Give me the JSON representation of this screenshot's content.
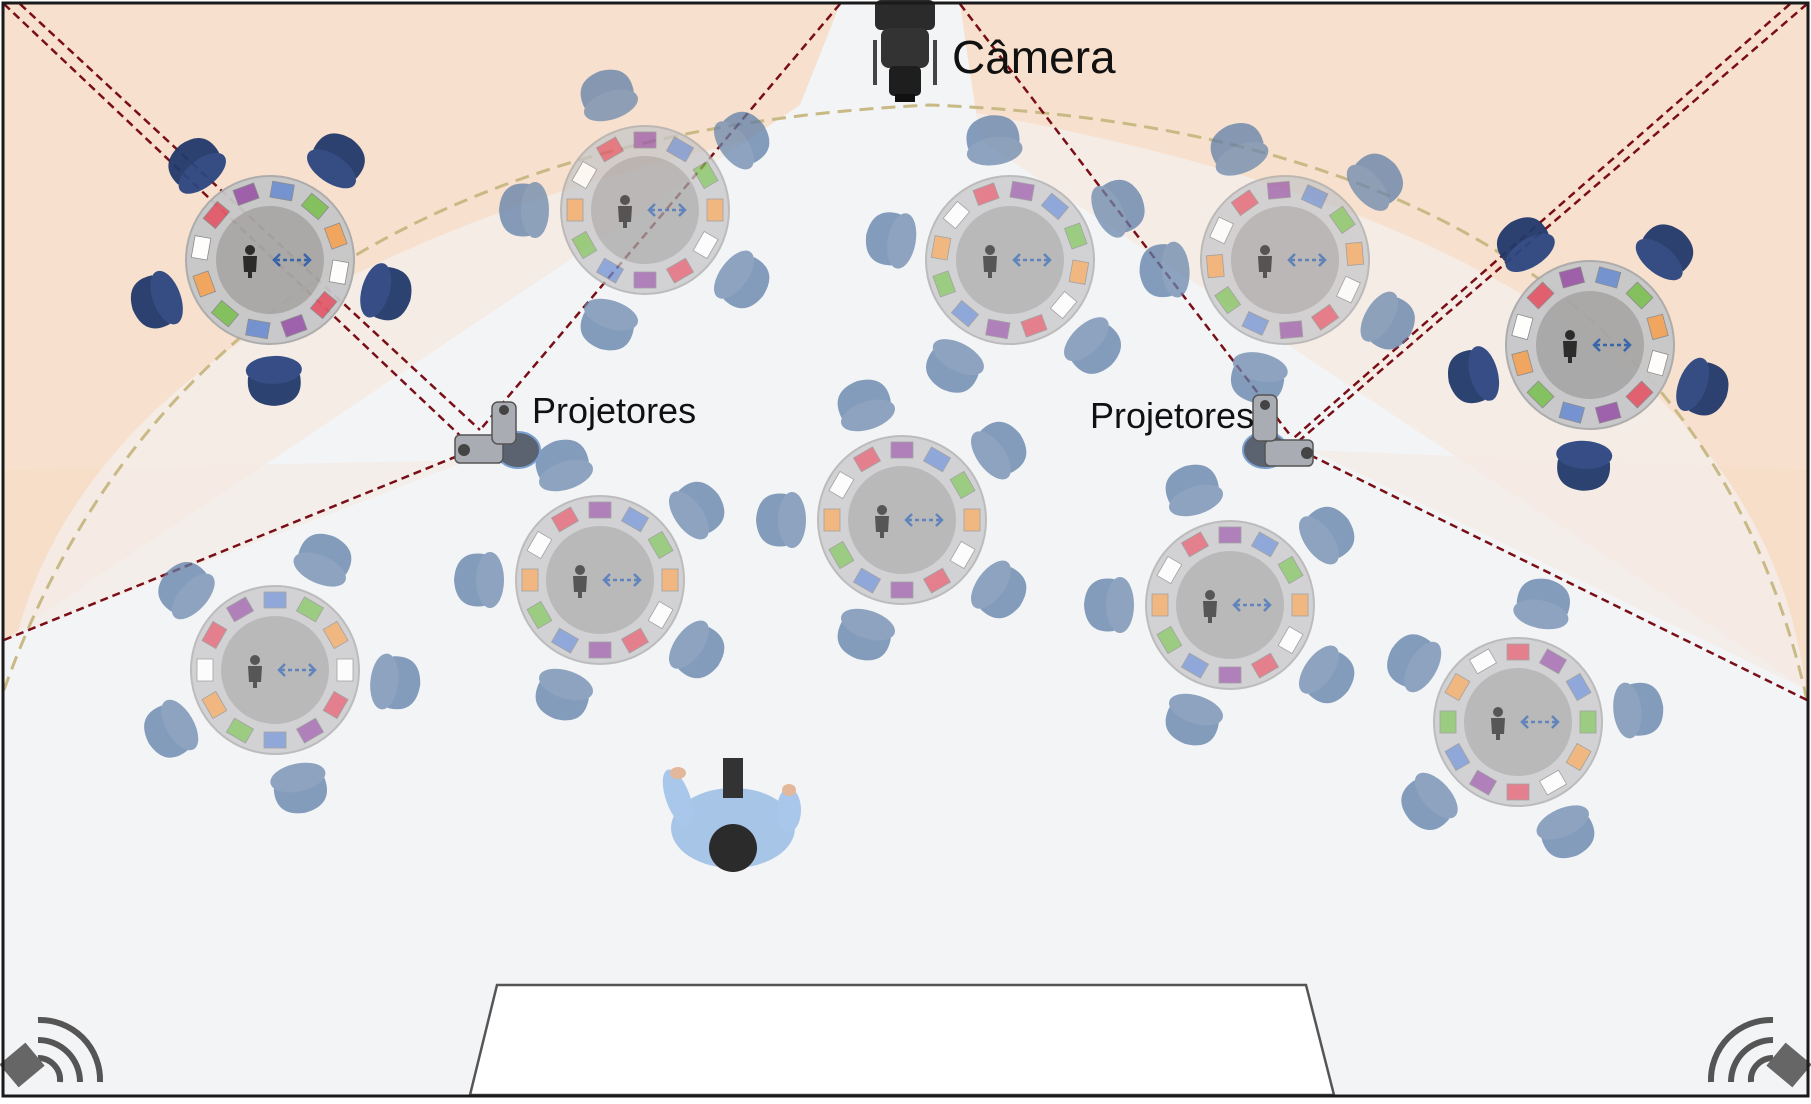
{
  "labels": {
    "camera": "Câmera",
    "projector_left": "Projetores",
    "projector_right": "Projetores"
  },
  "colors": {
    "border": "#1a1a1a",
    "projection_fill": "#f7dcc6",
    "floor": "#f3f4f6",
    "dashed_arc": "#c8b985",
    "projection_lines": "#7a0e16",
    "table_top": "#c7c7c9",
    "chair": "#5f7fa8",
    "book_red": "#e05a6a",
    "book_purple": "#9a5aa8",
    "book_blue": "#6f8fd0",
    "book_green": "#7fbf5a",
    "book_orange": "#f0a35a",
    "speaker": "#555555"
  },
  "icons": [
    "camera-icon",
    "projector-icon",
    "speaker-icon",
    "person-icon",
    "double-arrow-icon"
  ]
}
